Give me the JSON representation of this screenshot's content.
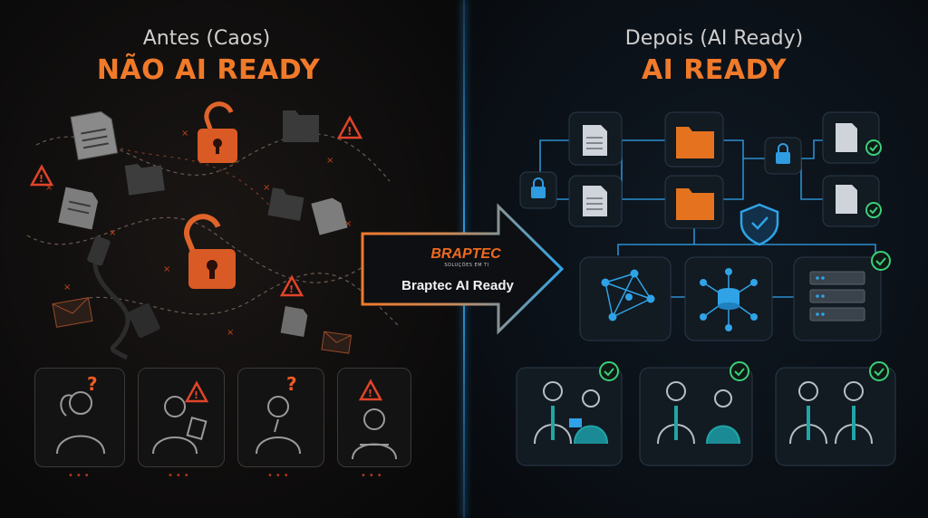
{
  "left_panel": {
    "subtitle": "Antes (Caos)",
    "title": "NÃO AI READY",
    "question_mark": "?"
  },
  "right_panel": {
    "subtitle": "Depois (AI Ready)",
    "title": "AI READY"
  },
  "center": {
    "brand_name": "BRAPTEC",
    "brand_tagline": "SOLUÇÕES EM TI",
    "label": "Braptec AI Ready"
  },
  "colors": {
    "accent_orange": "#f07a2a",
    "accent_blue": "#2fa3e6",
    "check_green": "#3ad07a"
  }
}
